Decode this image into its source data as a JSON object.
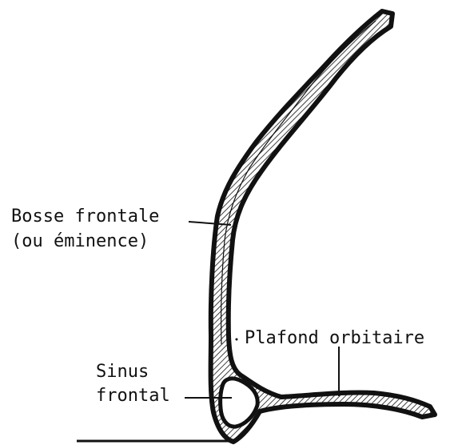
{
  "labels": {
    "bosse_frontale_line1": "Bosse frontale",
    "bosse_frontale_line2": "(ou éminence)",
    "plafond_orbitaire": "Plafond orbitaire",
    "sinus_line1": "Sinus",
    "sinus_line2": "frontal"
  },
  "colors": {
    "ink": "#111111",
    "background": "#ffffff"
  }
}
